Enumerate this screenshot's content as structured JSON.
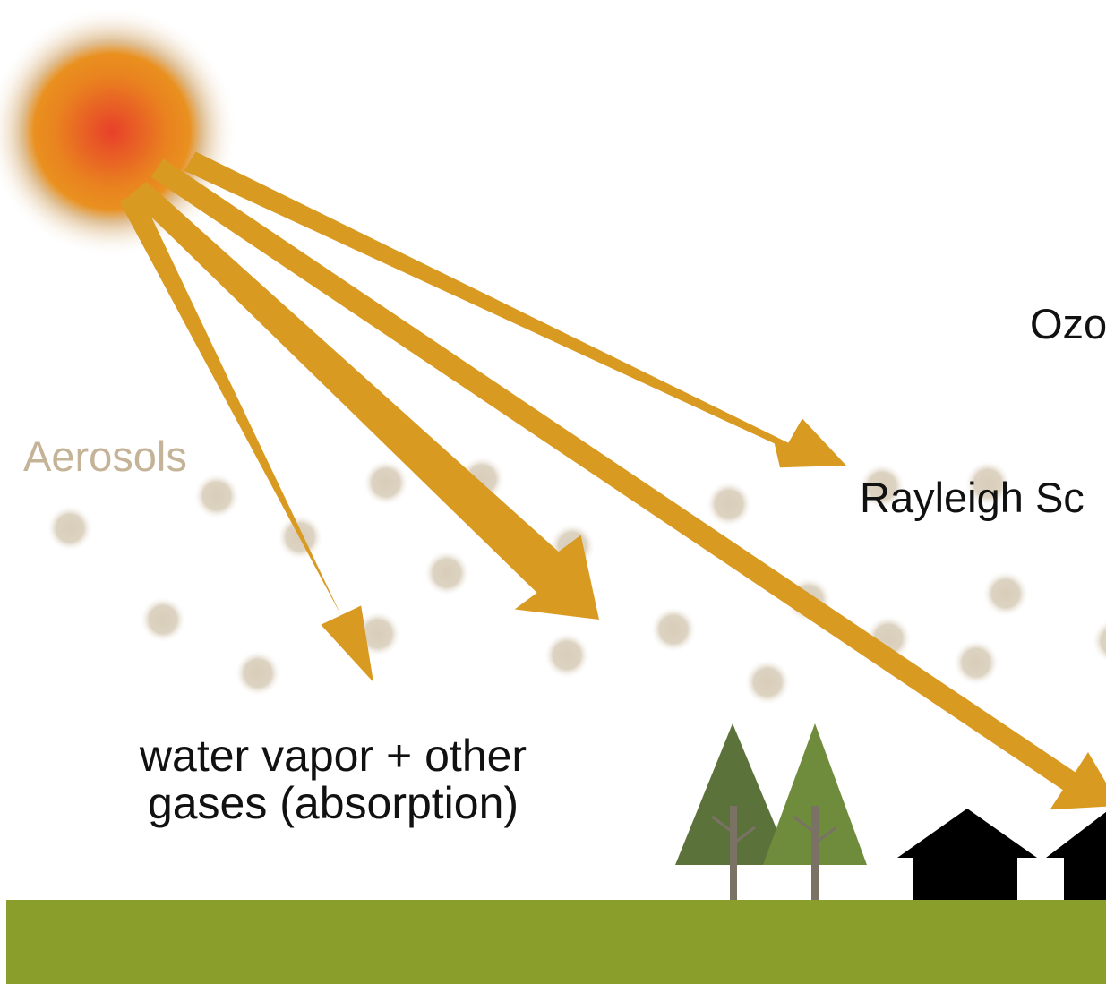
{
  "labels": {
    "aerosols": "Aerosols",
    "ozone": "Ozo",
    "rayleigh": "Rayleigh Sc",
    "water_line1": "water vapor + other",
    "water_line2": "gases (absorption)"
  },
  "colors": {
    "background": "#ffffff",
    "sun_core": "#e8462a",
    "sun_mid": "#e9831f",
    "sun_halo": "#d6c29d",
    "ray_arrow": "#d99a21",
    "aerosol_particle": "#dcd3c2",
    "aerosol_text": "#c5b397",
    "label_text": "#111111",
    "tree_dark": "#5b733a",
    "tree_light": "#6f8c3d",
    "tree_trunk": "#7b7266",
    "house": "#000000",
    "ground": "#8a9e2c"
  },
  "icons": [
    "sun-icon",
    "tree-icon",
    "house-icon",
    "aerosol-particle-icon"
  ]
}
